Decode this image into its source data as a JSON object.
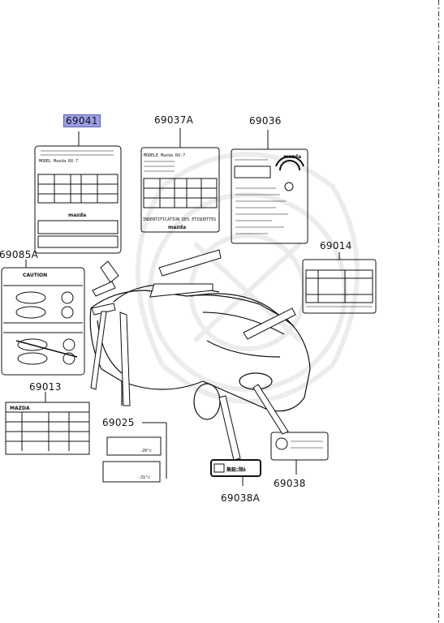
{
  "parts": {
    "p69041": "69041",
    "p69037A": "69037A",
    "p69036": "69036",
    "p69085A": "69085A",
    "p69014": "69014",
    "p69013": "69013",
    "p69025": "69025",
    "p69038": "69038",
    "p69038A": "69038A"
  },
  "labels": {
    "l69041_model": "MODEL Mazda RX-7",
    "l69041_brand": "mazda",
    "l69037A_model": "MODELE  Mazda RX-7",
    "l69037A_footer": "INDENTIFICATION DES ETIQUETTES",
    "l69037A_brand": "mazda",
    "l69036_brand": "mazda",
    "l69085A_title": "CAUTION",
    "l69013_brand": "MAZDA",
    "l69025_a": "-20°c",
    "l69025_b": "-31°c",
    "l69038A_text": "無鉛ﾆ限ﾙ"
  },
  "colors": {
    "highlight": "#9b9fe6",
    "line": "#111111",
    "background": "#ffffff"
  }
}
